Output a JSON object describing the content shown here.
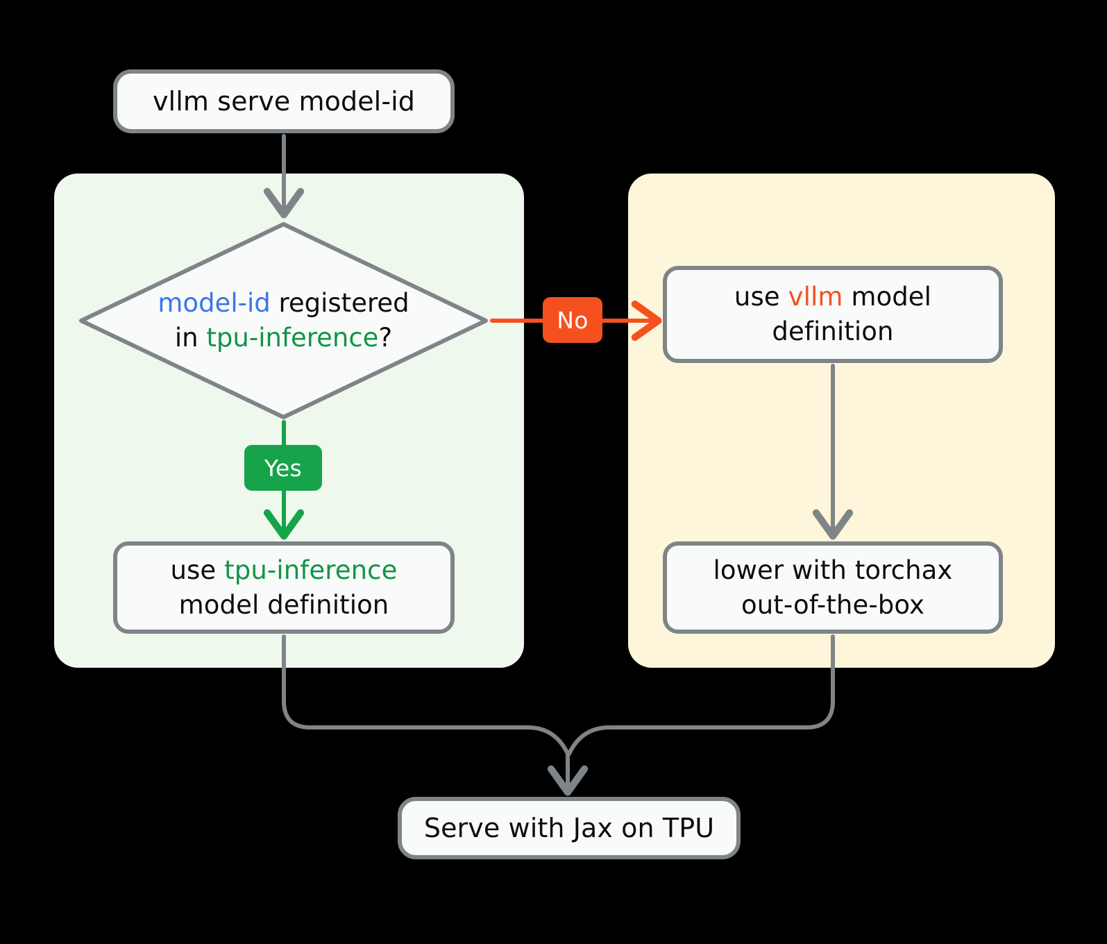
{
  "diagram": {
    "title": "vllm serve on TPU decision flow",
    "background": "#000000",
    "edge_color": "#7f8488",
    "node_fill": "#f9fafa",
    "node_border": "#7f8488",
    "accent_blue": "#3a76ea",
    "accent_green": "#119448",
    "accent_orange": "#f4511e"
  },
  "containers": {
    "tpu_inference": {
      "name": "tpu-inference-subgraph",
      "fill": "#eff8ed"
    },
    "vllm": {
      "name": "vllm-subgraph",
      "fill": "#fdf6da"
    }
  },
  "nodes": {
    "start": {
      "text": "vllm serve model-id"
    },
    "decision": {
      "part_1": "model-id",
      "part_2": " registered",
      "part_3": "in ",
      "part_4": "tpu-inference",
      "part_5": "?"
    },
    "tpu_definition": {
      "part_1": "use ",
      "part_2": "tpu-inference",
      "part_3": " model definition"
    },
    "vllm_definition": {
      "part_1": "use ",
      "part_2": "vllm",
      "part_3": " model definition"
    },
    "torchax": {
      "line_1": "lower with torchax",
      "line_2": "out-of-the-box"
    },
    "serve": {
      "text": "Serve with Jax on TPU"
    }
  },
  "edges": {
    "yes_label": "Yes",
    "no_label": "No",
    "yes_color": "#16a34a",
    "no_color": "#f4511e"
  }
}
